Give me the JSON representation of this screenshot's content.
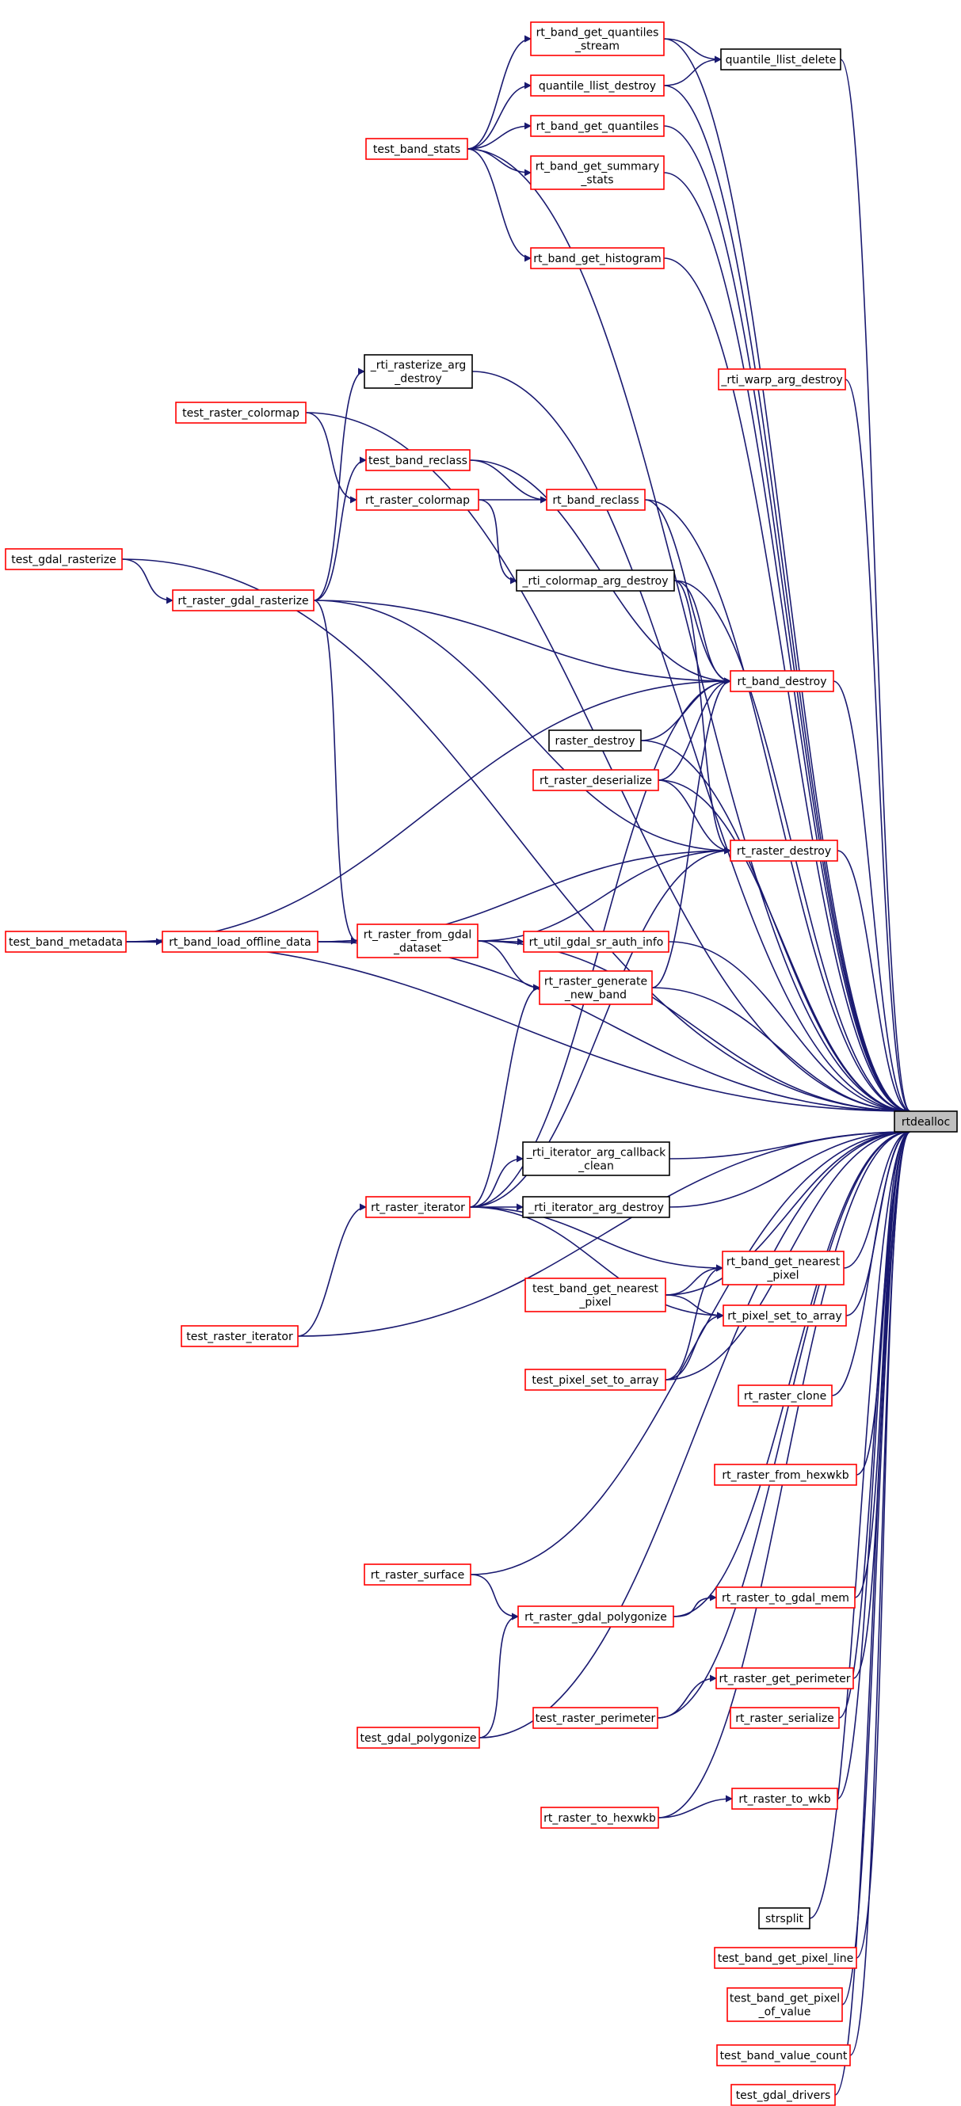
{
  "focus_function": "rtdealloc",
  "colors": {
    "edge": "#191970",
    "red_border": "#ff0000",
    "black_border": "#000000",
    "focus_fill": "#bfbfbf"
  },
  "nodes": [
    {
      "id": "rtdealloc",
      "lines": [
        "rtdealloc"
      ],
      "style": "focus"
    },
    {
      "id": "rt_band_get_quantiles_stream",
      "lines": [
        "rt_band_get_quantiles",
        "_stream"
      ],
      "style": "red"
    },
    {
      "id": "quantile_llist_delete",
      "lines": [
        "quantile_llist_delete"
      ],
      "style": "black"
    },
    {
      "id": "quantile_llist_destroy",
      "lines": [
        "quantile_llist_destroy"
      ],
      "style": "red"
    },
    {
      "id": "test_band_stats",
      "lines": [
        "test_band_stats"
      ],
      "style": "red"
    },
    {
      "id": "rt_band_get_quantiles",
      "lines": [
        "rt_band_get_quantiles"
      ],
      "style": "red"
    },
    {
      "id": "rt_band_get_summary_stats",
      "lines": [
        "rt_band_get_summary",
        "_stats"
      ],
      "style": "red"
    },
    {
      "id": "rt_band_get_histogram",
      "lines": [
        "rt_band_get_histogram"
      ],
      "style": "red"
    },
    {
      "id": "rti_rasterize_arg_destroy",
      "lines": [
        "_rti_rasterize_arg",
        "_destroy"
      ],
      "style": "black"
    },
    {
      "id": "rti_warp_arg_destroy",
      "lines": [
        "_rti_warp_arg_destroy"
      ],
      "style": "red"
    },
    {
      "id": "test_raster_colormap",
      "lines": [
        "test_raster_colormap"
      ],
      "style": "red"
    },
    {
      "id": "test_band_reclass",
      "lines": [
        "test_band_reclass"
      ],
      "style": "red"
    },
    {
      "id": "rt_raster_colormap",
      "lines": [
        "rt_raster_colormap"
      ],
      "style": "red"
    },
    {
      "id": "rt_band_reclass",
      "lines": [
        "rt_band_reclass"
      ],
      "style": "red"
    },
    {
      "id": "test_gdal_rasterize",
      "lines": [
        "test_gdal_rasterize"
      ],
      "style": "red"
    },
    {
      "id": "rti_colormap_arg_destroy",
      "lines": [
        "_rti_colormap_arg_destroy"
      ],
      "style": "black"
    },
    {
      "id": "rt_raster_gdal_rasterize",
      "lines": [
        "rt_raster_gdal_rasterize"
      ],
      "style": "red"
    },
    {
      "id": "rt_band_destroy",
      "lines": [
        "rt_band_destroy"
      ],
      "style": "red"
    },
    {
      "id": "raster_destroy",
      "lines": [
        "raster_destroy"
      ],
      "style": "black"
    },
    {
      "id": "rt_raster_deserialize",
      "lines": [
        "rt_raster_deserialize"
      ],
      "style": "red"
    },
    {
      "id": "rt_raster_destroy",
      "lines": [
        "rt_raster_destroy"
      ],
      "style": "red"
    },
    {
      "id": "test_band_metadata",
      "lines": [
        "test_band_metadata"
      ],
      "style": "red"
    },
    {
      "id": "rt_band_load_offline_data",
      "lines": [
        "rt_band_load_offline_data"
      ],
      "style": "red"
    },
    {
      "id": "rt_raster_from_gdal_dataset",
      "lines": [
        "rt_raster_from_gdal",
        "_dataset"
      ],
      "style": "red"
    },
    {
      "id": "rt_util_gdal_sr_auth_info",
      "lines": [
        "rt_util_gdal_sr_auth_info"
      ],
      "style": "red"
    },
    {
      "id": "rt_raster_generate_new_band",
      "lines": [
        "rt_raster_generate",
        "_new_band"
      ],
      "style": "red"
    },
    {
      "id": "rti_iterator_arg_callback_clean",
      "lines": [
        "_rti_iterator_arg_callback",
        "_clean"
      ],
      "style": "black"
    },
    {
      "id": "rt_raster_iterator",
      "lines": [
        "rt_raster_iterator"
      ],
      "style": "red"
    },
    {
      "id": "rti_iterator_arg_destroy",
      "lines": [
        "_rti_iterator_arg_destroy"
      ],
      "style": "black"
    },
    {
      "id": "rt_band_get_nearest_pixel",
      "lines": [
        "rt_band_get_nearest",
        "_pixel"
      ],
      "style": "red"
    },
    {
      "id": "test_band_get_nearest_pixel",
      "lines": [
        "test_band_get_nearest",
        "_pixel"
      ],
      "style": "red"
    },
    {
      "id": "rt_pixel_set_to_array",
      "lines": [
        "rt_pixel_set_to_array"
      ],
      "style": "red"
    },
    {
      "id": "test_raster_iterator",
      "lines": [
        "test_raster_iterator"
      ],
      "style": "red"
    },
    {
      "id": "test_pixel_set_to_array",
      "lines": [
        "test_pixel_set_to_array"
      ],
      "style": "red"
    },
    {
      "id": "rt_raster_clone",
      "lines": [
        "rt_raster_clone"
      ],
      "style": "red"
    },
    {
      "id": "rt_raster_from_hexwkb",
      "lines": [
        "rt_raster_from_hexwkb"
      ],
      "style": "red"
    },
    {
      "id": "rt_raster_surface",
      "lines": [
        "rt_raster_surface"
      ],
      "style": "red"
    },
    {
      "id": "rt_raster_to_gdal_mem",
      "lines": [
        "rt_raster_to_gdal_mem"
      ],
      "style": "red"
    },
    {
      "id": "rt_raster_gdal_polygonize",
      "lines": [
        "rt_raster_gdal_polygonize"
      ],
      "style": "red"
    },
    {
      "id": "rt_raster_get_perimeter",
      "lines": [
        "rt_raster_get_perimeter"
      ],
      "style": "red"
    },
    {
      "id": "test_raster_perimeter",
      "lines": [
        "test_raster_perimeter"
      ],
      "style": "red"
    },
    {
      "id": "rt_raster_serialize",
      "lines": [
        "rt_raster_serialize"
      ],
      "style": "red"
    },
    {
      "id": "test_gdal_polygonize",
      "lines": [
        "test_gdal_polygonize"
      ],
      "style": "red"
    },
    {
      "id": "rt_raster_to_wkb",
      "lines": [
        "rt_raster_to_wkb"
      ],
      "style": "red"
    },
    {
      "id": "rt_raster_to_hexwkb",
      "lines": [
        "rt_raster_to_hexwkb"
      ],
      "style": "red"
    },
    {
      "id": "strsplit",
      "lines": [
        "strsplit"
      ],
      "style": "black"
    },
    {
      "id": "test_band_get_pixel_line",
      "lines": [
        "test_band_get_pixel_line"
      ],
      "style": "red"
    },
    {
      "id": "test_band_get_pixel_of_value",
      "lines": [
        "test_band_get_pixel",
        "_of_value"
      ],
      "style": "red"
    },
    {
      "id": "test_band_value_count",
      "lines": [
        "test_band_value_count"
      ],
      "style": "red"
    },
    {
      "id": "test_gdal_drivers",
      "lines": [
        "test_gdal_drivers"
      ],
      "style": "red"
    }
  ],
  "edges": [
    [
      "rt_band_get_quantiles_stream",
      "rtdealloc"
    ],
    [
      "rt_band_get_quantiles_stream",
      "quantile_llist_delete"
    ],
    [
      "quantile_llist_delete",
      "rtdealloc"
    ],
    [
      "quantile_llist_destroy",
      "quantile_llist_delete"
    ],
    [
      "quantile_llist_destroy",
      "rtdealloc"
    ],
    [
      "test_band_stats",
      "rt_band_get_quantiles_stream"
    ],
    [
      "test_band_stats",
      "quantile_llist_destroy"
    ],
    [
      "test_band_stats",
      "rt_band_get_quantiles"
    ],
    [
      "test_band_stats",
      "rt_band_get_summary_stats"
    ],
    [
      "test_band_stats",
      "rt_band_get_histogram"
    ],
    [
      "test_band_stats",
      "rtdealloc"
    ],
    [
      "rt_band_get_quantiles",
      "rtdealloc"
    ],
    [
      "rt_band_get_summary_stats",
      "rtdealloc"
    ],
    [
      "rt_band_get_histogram",
      "rtdealloc"
    ],
    [
      "rti_rasterize_arg_destroy",
      "rtdealloc"
    ],
    [
      "rti_warp_arg_destroy",
      "rtdealloc"
    ],
    [
      "test_raster_colormap",
      "rt_raster_colormap"
    ],
    [
      "test_raster_colormap",
      "rtdealloc"
    ],
    [
      "test_band_reclass",
      "rt_band_reclass"
    ],
    [
      "test_band_reclass",
      "rt_band_destroy"
    ],
    [
      "rt_raster_colormap",
      "rt_band_reclass"
    ],
    [
      "rt_raster_colormap",
      "rti_colormap_arg_destroy"
    ],
    [
      "rt_band_reclass",
      "rtdealloc"
    ],
    [
      "rt_band_reclass",
      "rt_band_destroy"
    ],
    [
      "test_gdal_rasterize",
      "rt_raster_gdal_rasterize"
    ],
    [
      "test_gdal_rasterize",
      "rtdealloc"
    ],
    [
      "rti_colormap_arg_destroy",
      "rtdealloc"
    ],
    [
      "rti_colormap_arg_destroy",
      "rt_band_destroy"
    ],
    [
      "rti_colormap_arg_destroy",
      "rt_raster_destroy"
    ],
    [
      "rt_raster_gdal_rasterize",
      "rti_rasterize_arg_destroy"
    ],
    [
      "rt_raster_gdal_rasterize",
      "rt_band_destroy"
    ],
    [
      "rt_raster_gdal_rasterize",
      "rt_raster_destroy"
    ],
    [
      "rt_raster_gdal_rasterize",
      "rt_raster_from_gdal_dataset"
    ],
    [
      "rt_raster_gdal_rasterize",
      "test_band_reclass"
    ],
    [
      "rt_band_destroy",
      "rtdealloc"
    ],
    [
      "raster_destroy",
      "rt_band_destroy"
    ],
    [
      "raster_destroy",
      "rtdealloc"
    ],
    [
      "rt_raster_deserialize",
      "rt_band_destroy"
    ],
    [
      "rt_raster_deserialize",
      "rt_raster_destroy"
    ],
    [
      "rt_raster_deserialize",
      "rtdealloc"
    ],
    [
      "rt_raster_destroy",
      "rtdealloc"
    ],
    [
      "test_band_metadata",
      "rt_band_load_offline_data"
    ],
    [
      "test_band_metadata",
      "rt_band_destroy"
    ],
    [
      "test_band_metadata",
      "rtdealloc"
    ],
    [
      "rt_band_load_offline_data",
      "rt_raster_from_gdal_dataset"
    ],
    [
      "rt_band_load_offline_data",
      "rt_raster_destroy"
    ],
    [
      "rt_band_load_offline_data",
      "rtdealloc"
    ],
    [
      "rt_raster_from_gdal_dataset",
      "rt_util_gdal_sr_auth_info"
    ],
    [
      "rt_raster_from_gdal_dataset",
      "rt_raster_generate_new_band"
    ],
    [
      "rt_raster_from_gdal_dataset",
      "rt_raster_destroy"
    ],
    [
      "rt_raster_from_gdal_dataset",
      "rtdealloc"
    ],
    [
      "rt_util_gdal_sr_auth_info",
      "rtdealloc"
    ],
    [
      "rt_raster_generate_new_band",
      "rt_band_destroy"
    ],
    [
      "rt_raster_generate_new_band",
      "rtdealloc"
    ],
    [
      "rti_iterator_arg_callback_clean",
      "rtdealloc"
    ],
    [
      "rt_raster_iterator",
      "rti_iterator_arg_callback_clean"
    ],
    [
      "rt_raster_iterator",
      "rti_iterator_arg_destroy"
    ],
    [
      "rt_raster_iterator",
      "rt_raster_generate_new_band"
    ],
    [
      "rt_raster_iterator",
      "rt_raster_destroy"
    ],
    [
      "rt_raster_iterator",
      "rt_band_destroy"
    ],
    [
      "rt_raster_iterator",
      "rt_band_get_nearest_pixel"
    ],
    [
      "rt_raster_iterator",
      "rt_pixel_set_to_array"
    ],
    [
      "rti_iterator_arg_destroy",
      "rtdealloc"
    ],
    [
      "rt_band_get_nearest_pixel",
      "rtdealloc"
    ],
    [
      "test_band_get_nearest_pixel",
      "rt_band_get_nearest_pixel"
    ],
    [
      "test_band_get_nearest_pixel",
      "rt_pixel_set_to_array"
    ],
    [
      "test_band_get_nearest_pixel",
      "rtdealloc"
    ],
    [
      "rt_pixel_set_to_array",
      "rtdealloc"
    ],
    [
      "test_raster_iterator",
      "rt_raster_iterator"
    ],
    [
      "test_raster_iterator",
      "rtdealloc"
    ],
    [
      "test_pixel_set_to_array",
      "rt_band_get_nearest_pixel"
    ],
    [
      "test_pixel_set_to_array",
      "rt_pixel_set_to_array"
    ],
    [
      "test_pixel_set_to_array",
      "rtdealloc"
    ],
    [
      "rt_raster_clone",
      "rtdealloc"
    ],
    [
      "rt_raster_from_hexwkb",
      "rtdealloc"
    ],
    [
      "rt_raster_surface",
      "rt_raster_gdal_polygonize"
    ],
    [
      "rt_raster_surface",
      "rtdealloc"
    ],
    [
      "rt_raster_to_gdal_mem",
      "rtdealloc"
    ],
    [
      "rt_raster_gdal_polygonize",
      "rt_raster_to_gdal_mem"
    ],
    [
      "rt_raster_gdal_polygonize",
      "rtdealloc"
    ],
    [
      "rt_raster_get_perimeter",
      "rtdealloc"
    ],
    [
      "test_raster_perimeter",
      "rt_raster_get_perimeter"
    ],
    [
      "test_raster_perimeter",
      "rtdealloc"
    ],
    [
      "rt_raster_serialize",
      "rtdealloc"
    ],
    [
      "test_gdal_polygonize",
      "rt_raster_gdal_polygonize"
    ],
    [
      "test_gdal_polygonize",
      "rtdealloc"
    ],
    [
      "rt_raster_to_wkb",
      "rtdealloc"
    ],
    [
      "rt_raster_to_hexwkb",
      "rt_raster_to_wkb"
    ],
    [
      "rt_raster_to_hexwkb",
      "rtdealloc"
    ],
    [
      "strsplit",
      "rtdealloc"
    ],
    [
      "test_band_get_pixel_line",
      "rtdealloc"
    ],
    [
      "test_band_get_pixel_of_value",
      "rtdealloc"
    ],
    [
      "test_band_value_count",
      "rtdealloc"
    ],
    [
      "test_gdal_drivers",
      "rtdealloc"
    ]
  ]
}
